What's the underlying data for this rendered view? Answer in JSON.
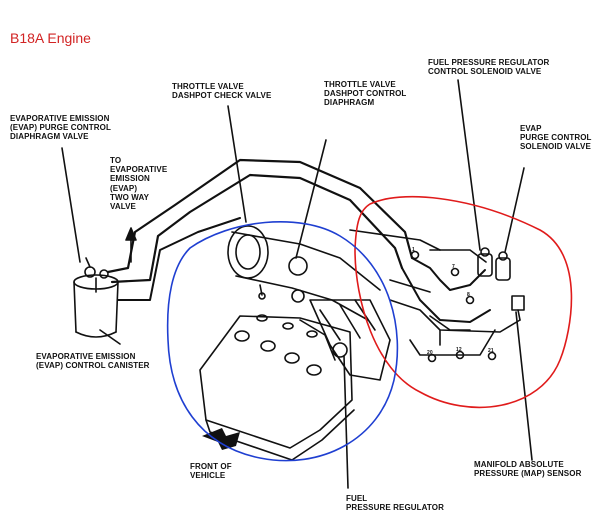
{
  "title": "B18A Engine",
  "colors": {
    "title": "#d22424",
    "red_circle": "#e01b1b",
    "blue_circle": "#1f3fd1",
    "ink": "#111111"
  },
  "labels": {
    "evap_purge_diaphragm": "EVAPORATIVE EMISSION\n(EVAP) PURGE CONTROL\nDIAPHRAGM VALVE",
    "to_two_way": "TO\nEVAPORATIVE\nEMISSION\n(EVAP)\nTWO WAY\nVALVE",
    "dashpot_check": "THROTTLE VALVE\nDASHPOT CHECK VALVE",
    "dashpot_diaphragm": "THROTTLE VALVE\nDASHPOT CONTROL\nDIAPHRAGM",
    "fpr_solenoid": "FUEL PRESSURE REGULATOR\nCONTROL SOLENOID VALVE",
    "evap_purge_solenoid": "EVAP\nPURGE CONTROL\nSOLENOID VALVE",
    "evap_canister": "EVAPORATIVE EMISSION\n(EVAP) CONTROL CANISTER",
    "front": "FRONT OF\nVEHICLE",
    "fuel_pressure_regulator": "FUEL\nPRESSURE REGULATOR",
    "map_sensor": "MANIFOLD ABSOLUTE\nPRESSURE (MAP) SENSOR"
  },
  "hose_numbers": [
    "1",
    "7",
    "8",
    "20",
    "12",
    "21"
  ]
}
